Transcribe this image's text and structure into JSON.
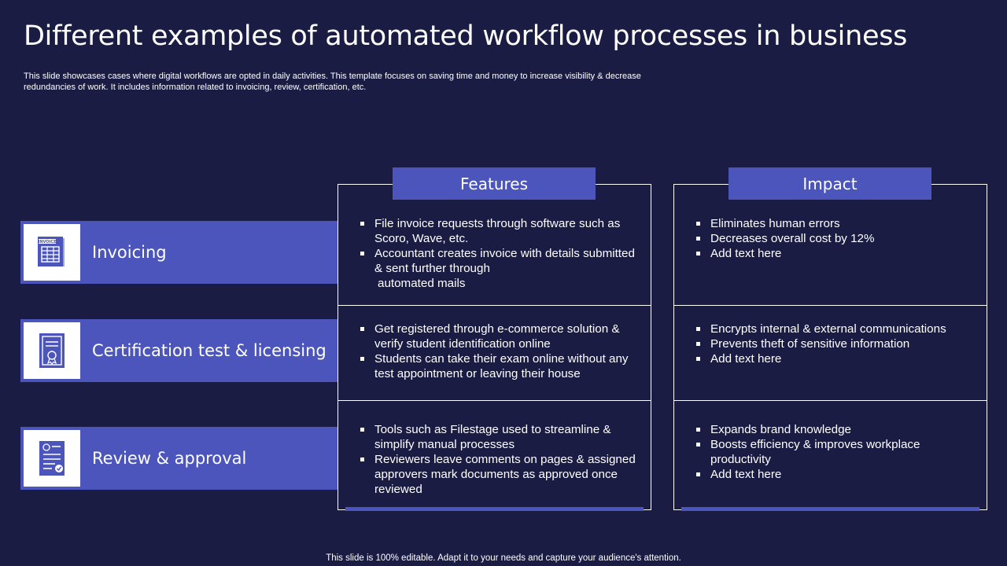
{
  "title": "Different examples of automated workflow processes in business",
  "subtitle": "This slide showcases cases where digital workflows are opted in daily activities. This template focuses on saving time and money to increase visibility & decrease redundancies of work. It includes information related to invoicing, review, certification, etc.",
  "headers": {
    "features": "Features",
    "impact": "Impact"
  },
  "rows": [
    {
      "label": "Invoicing",
      "icon": "invoice-icon",
      "icon_text": "INVOICE",
      "features": [
        "File invoice requests through software such as Scoro, Wave, etc.",
        "Accountant creates invoice with details submitted & sent further through"
      ],
      "features_continuation": "automated mails",
      "impact": [
        "Eliminates human errors",
        "Decreases overall cost by 12%",
        "Add text here"
      ]
    },
    {
      "label": "Certification test & licensing",
      "icon": "certificate-icon",
      "features": [
        "Get registered through e-commerce solution & verify student identification online",
        "Students can take their exam online without any test appointment or leaving their house"
      ],
      "impact": [
        "Encrypts internal & external communications",
        "Prevents theft of sensitive information",
        "Add text here"
      ]
    },
    {
      "label": "Review & approval",
      "icon": "approval-document-icon",
      "features": [
        "Tools such as Filestage used to streamline & simplify manual processes",
        "Reviewers leave comments on pages & assigned approvers mark documents as approved once reviewed"
      ],
      "impact": [
        "Expands brand knowledge",
        "Boosts efficiency & improves workplace productivity",
        "Add text here"
      ]
    }
  ],
  "footer": "This slide is 100% editable. Adapt it to your needs and capture your audience's attention.",
  "colors": {
    "background": "#1a1c44",
    "accent": "#4b55bb",
    "text": "#ffffff",
    "border": "#ffffff"
  }
}
